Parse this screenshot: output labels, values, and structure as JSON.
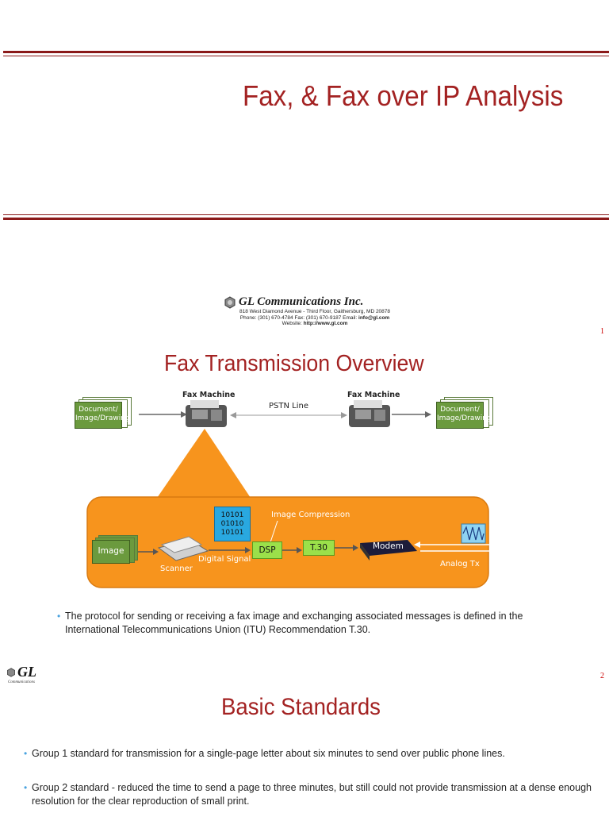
{
  "slide1": {
    "title": "Fax, & Fax over IP Analysis"
  },
  "company": {
    "name": "GL Communications Inc.",
    "address": "818 West Diamond Avenue - Third Floor,  Gaithersburg, MD 20878",
    "phone_line": "Phone: (301) 670-4784   Fax: (301) 670-9187  Email: ",
    "email": "info@gl.com",
    "website_label": "Website: ",
    "website": "http://www.gl.com",
    "logo_small_name": "GL",
    "logo_small_sub": "Communications"
  },
  "page_numbers": {
    "p1": "1",
    "p2": "2"
  },
  "slide2": {
    "title": "Fax Transmission Overview",
    "diagram": {
      "fax_machine_left": "Fax Machine",
      "fax_machine_right": "Fax Machine",
      "pstn_line": "PSTN Line",
      "doc_left": "Document/ Image/Drawing",
      "doc_right": "Document/ Image/Drawing",
      "binary": "10101 01010 10101",
      "image_compression": "Image Compression",
      "image": "Image",
      "scanner": "Scanner",
      "digital_signal": "Digital Signal",
      "dsp": "DSP",
      "t30": "T.30",
      "modem": "Modem",
      "analog_tx": "Analog Tx"
    },
    "bullet": "The protocol for sending or receiving a fax image and exchanging associated messages is defined in the International Telecommunications Union (ITU) Recommendation T.30."
  },
  "slide3": {
    "title": "Basic Standards",
    "bullets": [
      "Group 1 standard for transmission for a single-page letter about six minutes to send over public phone lines.",
      "Group 2 standard - reduced the time to send a page to three minutes, but still could not provide transmission  at a dense enough resolution for the clear reproduction of small print."
    ]
  },
  "colors": {
    "accent": "#a32222",
    "orange": "#f7941d",
    "green": "#6b9a3e"
  }
}
